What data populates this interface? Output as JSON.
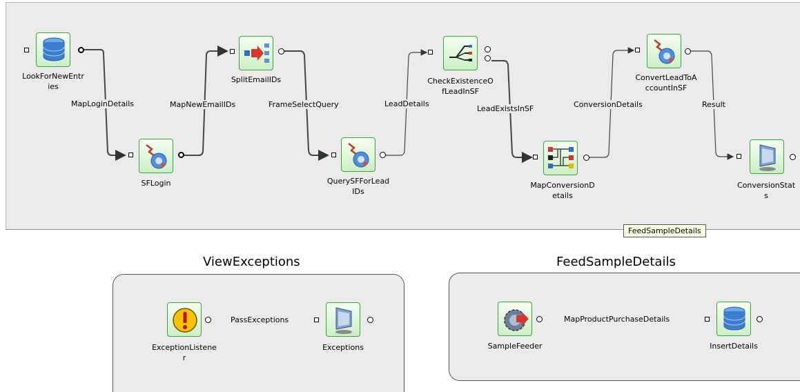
{
  "nodes": {
    "look_for_new_entries": "LookForNewEntr\nies",
    "sf_login": "SFLogin",
    "split_email_ids": "SplitEmailIDs",
    "query_sf_for_lead_ids": "QuerySFForLead\nIDs",
    "check_existence": "CheckExistenceO\nfLeadInSF",
    "map_conversion_details": "MapConversionD\netails",
    "convert_lead": "ConvertLeadToA\nccountInSF",
    "conversion_status": "ConversionStat\ns",
    "exception_listener": "ExceptionListene\nr",
    "exceptions": "Exceptions",
    "sample_feeder": "SampleFeeder",
    "insert_details": "InsertDetails"
  },
  "wires": {
    "map_login_details": "MapLoginDetails",
    "map_new_email_ids": "MapNewEmailIDs",
    "frame_select_query": "FrameSelectQuery",
    "lead_details": "LeadDetails",
    "lead_exists_in_sf": "LeadExistsInSF",
    "conversion_details": "ConversionDetails",
    "result": "Result",
    "pass_exceptions": "PassExceptions",
    "map_product_purchase_details": "MapProductPurchaseDetails"
  },
  "groups": {
    "view_exceptions": "ViewExceptions",
    "feed_sample_details": "FeedSampleDetails"
  },
  "tooltip": "FeedSampleDetails",
  "colors": {
    "node_border": "#36a836",
    "canvas": "#ebebeb"
  }
}
